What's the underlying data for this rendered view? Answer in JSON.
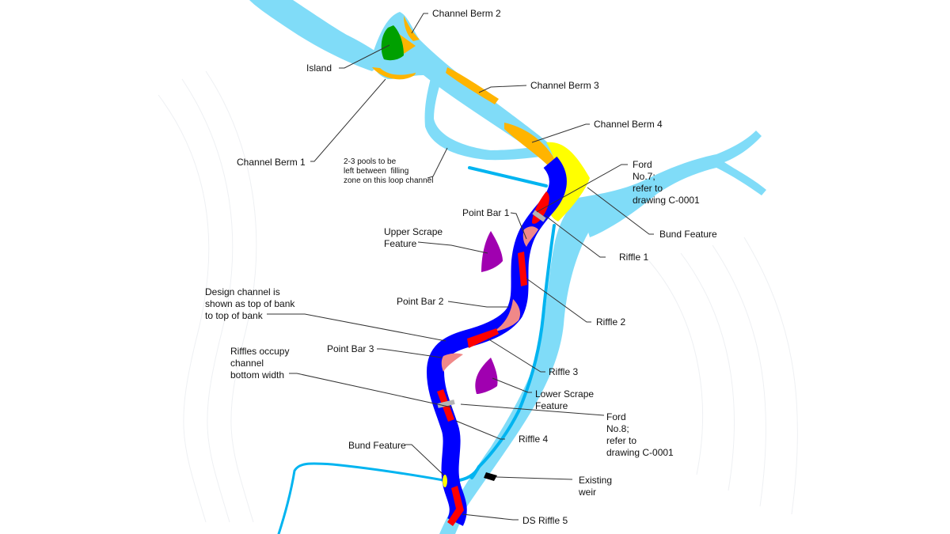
{
  "diagram": {
    "type": "river restoration design plan",
    "colors": {
      "existing_river": "#80dcf8",
      "design_channel": "#0000ff",
      "riffle": "#ff0000",
      "point_bar": "#f08888",
      "channel_berm": "#ffb400",
      "bund_feature": "#ffff00",
      "island": "#00a000",
      "scrape_feature": "#a000b0",
      "ford": "#b4b4b4",
      "drain": "#00b4f0",
      "weir": "#000000"
    },
    "labels": {
      "channel_berm_2": "Channel Berm 2",
      "island": "Island",
      "channel_berm_3": "Channel Berm 3",
      "channel_berm_1": "Channel Berm 1",
      "channel_berm_4": "Channel Berm 4",
      "pools_note": "2-3 pools to be\nleft between  filling\nzone on this loop channel",
      "ford_7": "Ford\nNo.7;\nrefer to\ndrawing C-0001",
      "point_bar_1": "Point Bar 1",
      "bund_feature_top": "Bund Feature",
      "upper_scrape": "Upper Scrape\nFeature",
      "riffle_1": "Riffle 1",
      "design_channel_note": "Design channel is\nshown as top of bank\nto top of bank",
      "point_bar_2": "Point Bar 2",
      "riffle_2": "Riffle 2",
      "riffles_note": "Riffles occupy\nchannel\nbottom width",
      "point_bar_3": "Point Bar 3",
      "riffle_3": "Riffle 3",
      "lower_scrape": "Lower Scrape\nFeature",
      "ford_8": "Ford\nNo.8;\nrefer to\ndrawing C-0001",
      "riffle_4": "Riffle 4",
      "bund_feature_bottom": "Bund Feature",
      "existing_weir": "Existing\nweir",
      "ds_riffle_5": "DS Riffle 5"
    }
  }
}
